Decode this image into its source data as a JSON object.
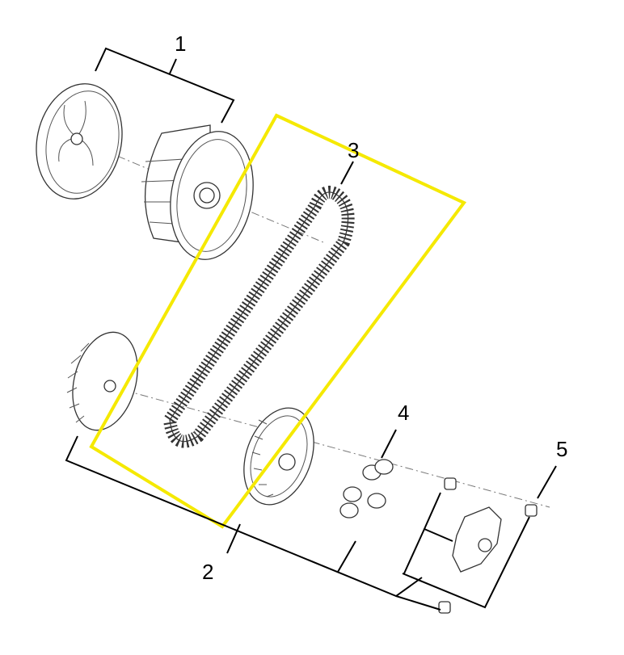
{
  "diagram": {
    "callouts": [
      {
        "id": "1",
        "label": "1"
      },
      {
        "id": "2",
        "label": "2"
      },
      {
        "id": "3",
        "label": "3"
      },
      {
        "id": "4",
        "label": "4"
      },
      {
        "id": "5",
        "label": "5"
      }
    ],
    "highlight_color": "#f5e900"
  }
}
